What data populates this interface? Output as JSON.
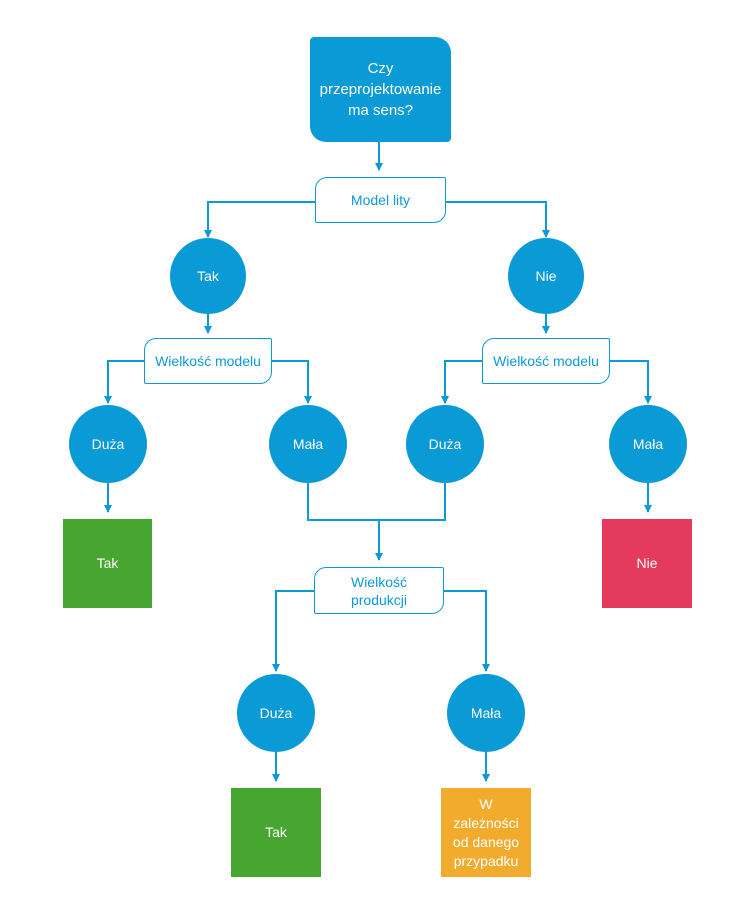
{
  "colors": {
    "blue": "#0a9ad6",
    "green": "#46a62f",
    "red": "#e43a5b",
    "orange": "#f2ab2c"
  },
  "question": "Czy przeprojektowanie ma sens?",
  "criteria": {
    "solid_model": "Model lity",
    "model_size_left": "Wielkość modelu",
    "model_size_right": "Wielkość modelu",
    "production_size": "Wielkość produkcji"
  },
  "answers": {
    "yes": "Tak",
    "no": "Nie",
    "large_left": "Duża",
    "small_left": "Mała",
    "large_right": "Duża",
    "small_right": "Mała",
    "large_production": "Duża",
    "small_production": "Mała"
  },
  "outcomes": {
    "yes_left": "Tak",
    "no_right": "Nie",
    "yes_bottom": "Tak",
    "depends": "W zależności od danego przypadku"
  }
}
